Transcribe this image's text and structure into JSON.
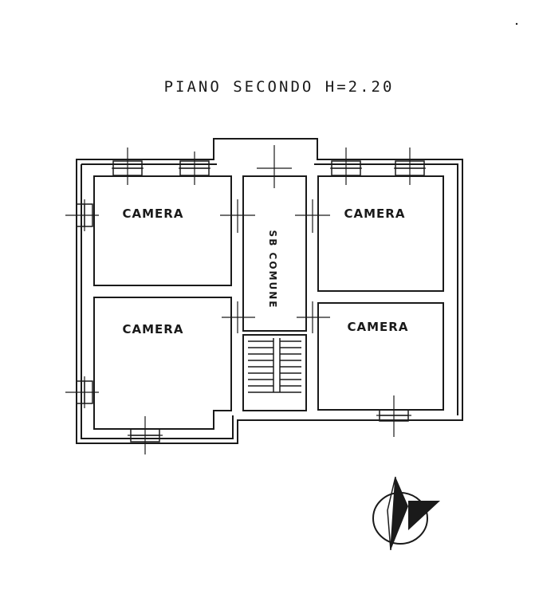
{
  "title": "PIANO SECONDO H=2.20",
  "rooms": [
    {
      "label": "CAMERA"
    },
    {
      "label": "CAMERA"
    },
    {
      "label": "CAMERA"
    },
    {
      "label": "CAMERA"
    }
  ],
  "corridor": {
    "label": "SB COMUNE"
  },
  "colors": {
    "line": "#1a1a1a",
    "background": "#ffffff"
  }
}
